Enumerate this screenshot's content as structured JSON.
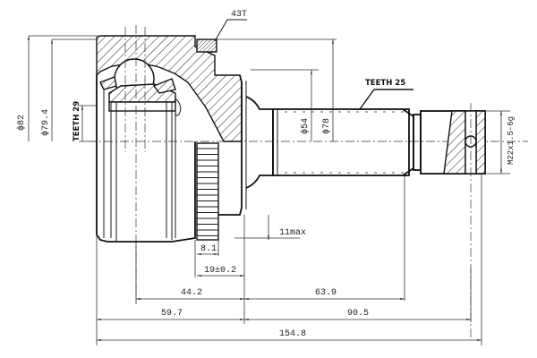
{
  "drawing": {
    "title": "CV joint outer technical drawing",
    "labels": {
      "abs_ring_teeth": "43T",
      "shaft_teeth": "TEETH 25",
      "bell_teeth": "TEETH 29",
      "thread": "M22x1.5-6g"
    },
    "diameters": {
      "outer_phi": "ϕ82",
      "seal_phi": "ϕ79.4",
      "shaft_phi": "ϕ54",
      "abs_phi": "ϕ78"
    },
    "dimensions": {
      "abs_width": "8.1",
      "abs_offset": "19±0.2",
      "max_clearance": "11max",
      "bell_to_flange": "44.2",
      "flange_to_shaft_end": "63.9",
      "bell_length": "59.7",
      "shaft_length": "90.5",
      "overall_length": "154.8"
    }
  }
}
